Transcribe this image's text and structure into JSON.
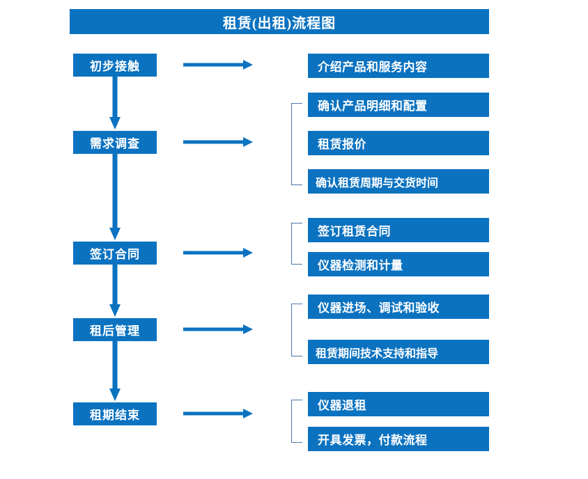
{
  "diagram": {
    "title": "租赁(出租)流程图",
    "accent_color": "#0B72C0",
    "bracket_color": "#4A78AE",
    "text_color": "#FFFFFF",
    "background_color": "#FFFFFF"
  },
  "stages": [
    {
      "label": "初步接触"
    },
    {
      "label": "需求调查"
    },
    {
      "label": "签订合同"
    },
    {
      "label": "租后管理"
    },
    {
      "label": "租期结束"
    }
  ],
  "details": [
    {
      "label": "介绍产品和服务内容"
    },
    {
      "label": "确认产品明细和配置"
    },
    {
      "label": "租赁报价"
    },
    {
      "label": "确认租赁周期与交货时间"
    },
    {
      "label": "签订租赁合同"
    },
    {
      "label": "仪器检测和计量"
    },
    {
      "label": "仪器进场、调试和验收"
    },
    {
      "label": "租赁期间技术支持和指导"
    },
    {
      "label": "仪器退租"
    },
    {
      "label": "开具发票，付款流程"
    }
  ],
  "connectors": {
    "horizontal_arrow_count": 5,
    "vertical_arrow_count": 4,
    "bracket_count": 4
  }
}
